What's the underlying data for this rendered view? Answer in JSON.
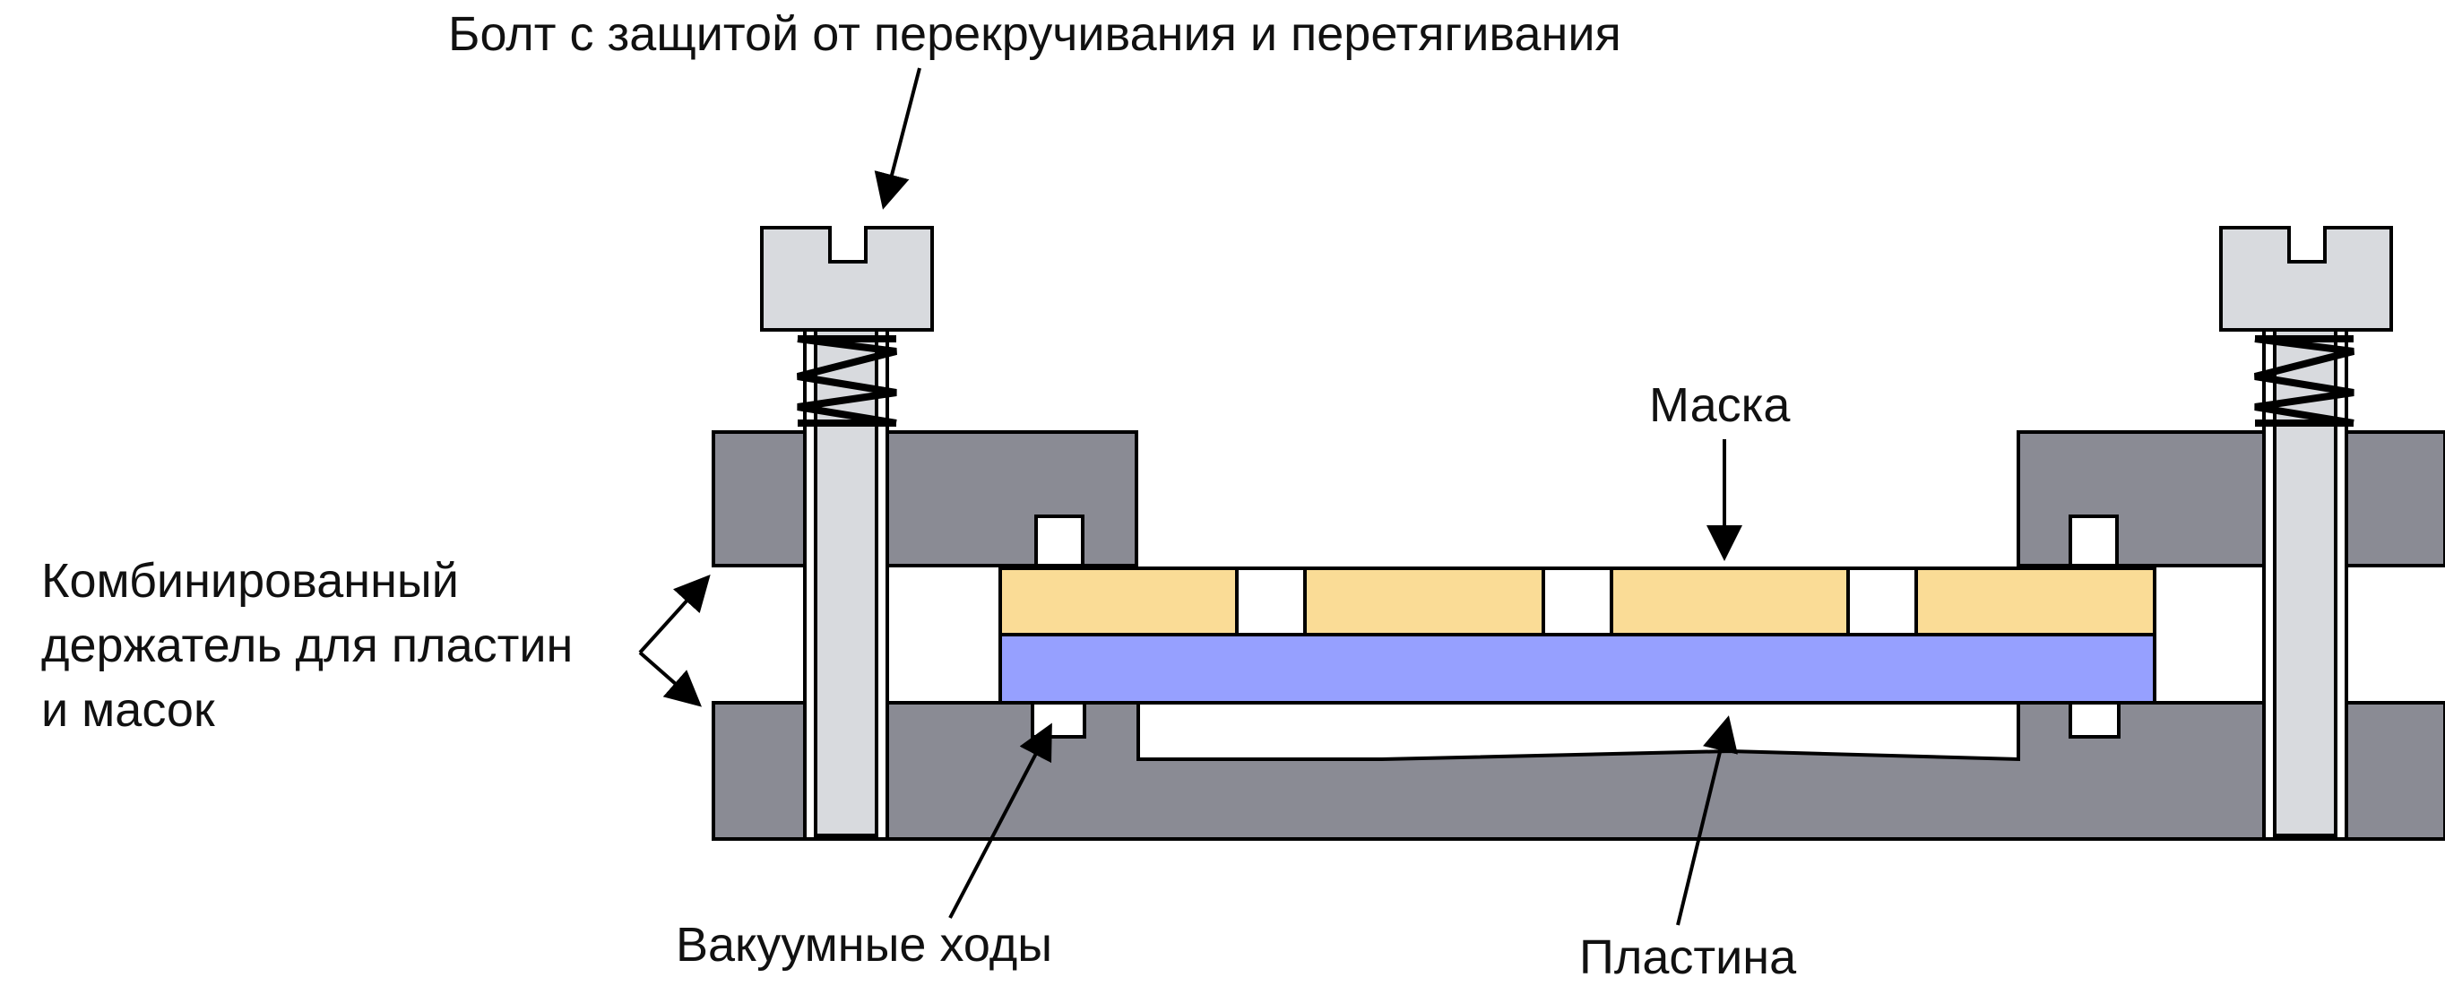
{
  "labels": {
    "bolt": "Болт с защитой от перекручивания и перетягивания",
    "mask": "Маска",
    "holder_line1": "Комбинированный",
    "holder_line2": "держатель для пластин",
    "holder_line3": "и масок",
    "vacuum": "Вакуумные ходы",
    "wafer": "Пластина"
  },
  "colors": {
    "holder": "#8a8b94",
    "bolt": "#d8dade",
    "mask": "#fadc96",
    "wafer": "#96a0ff",
    "outline": "#000000",
    "background": "#ffffff"
  }
}
